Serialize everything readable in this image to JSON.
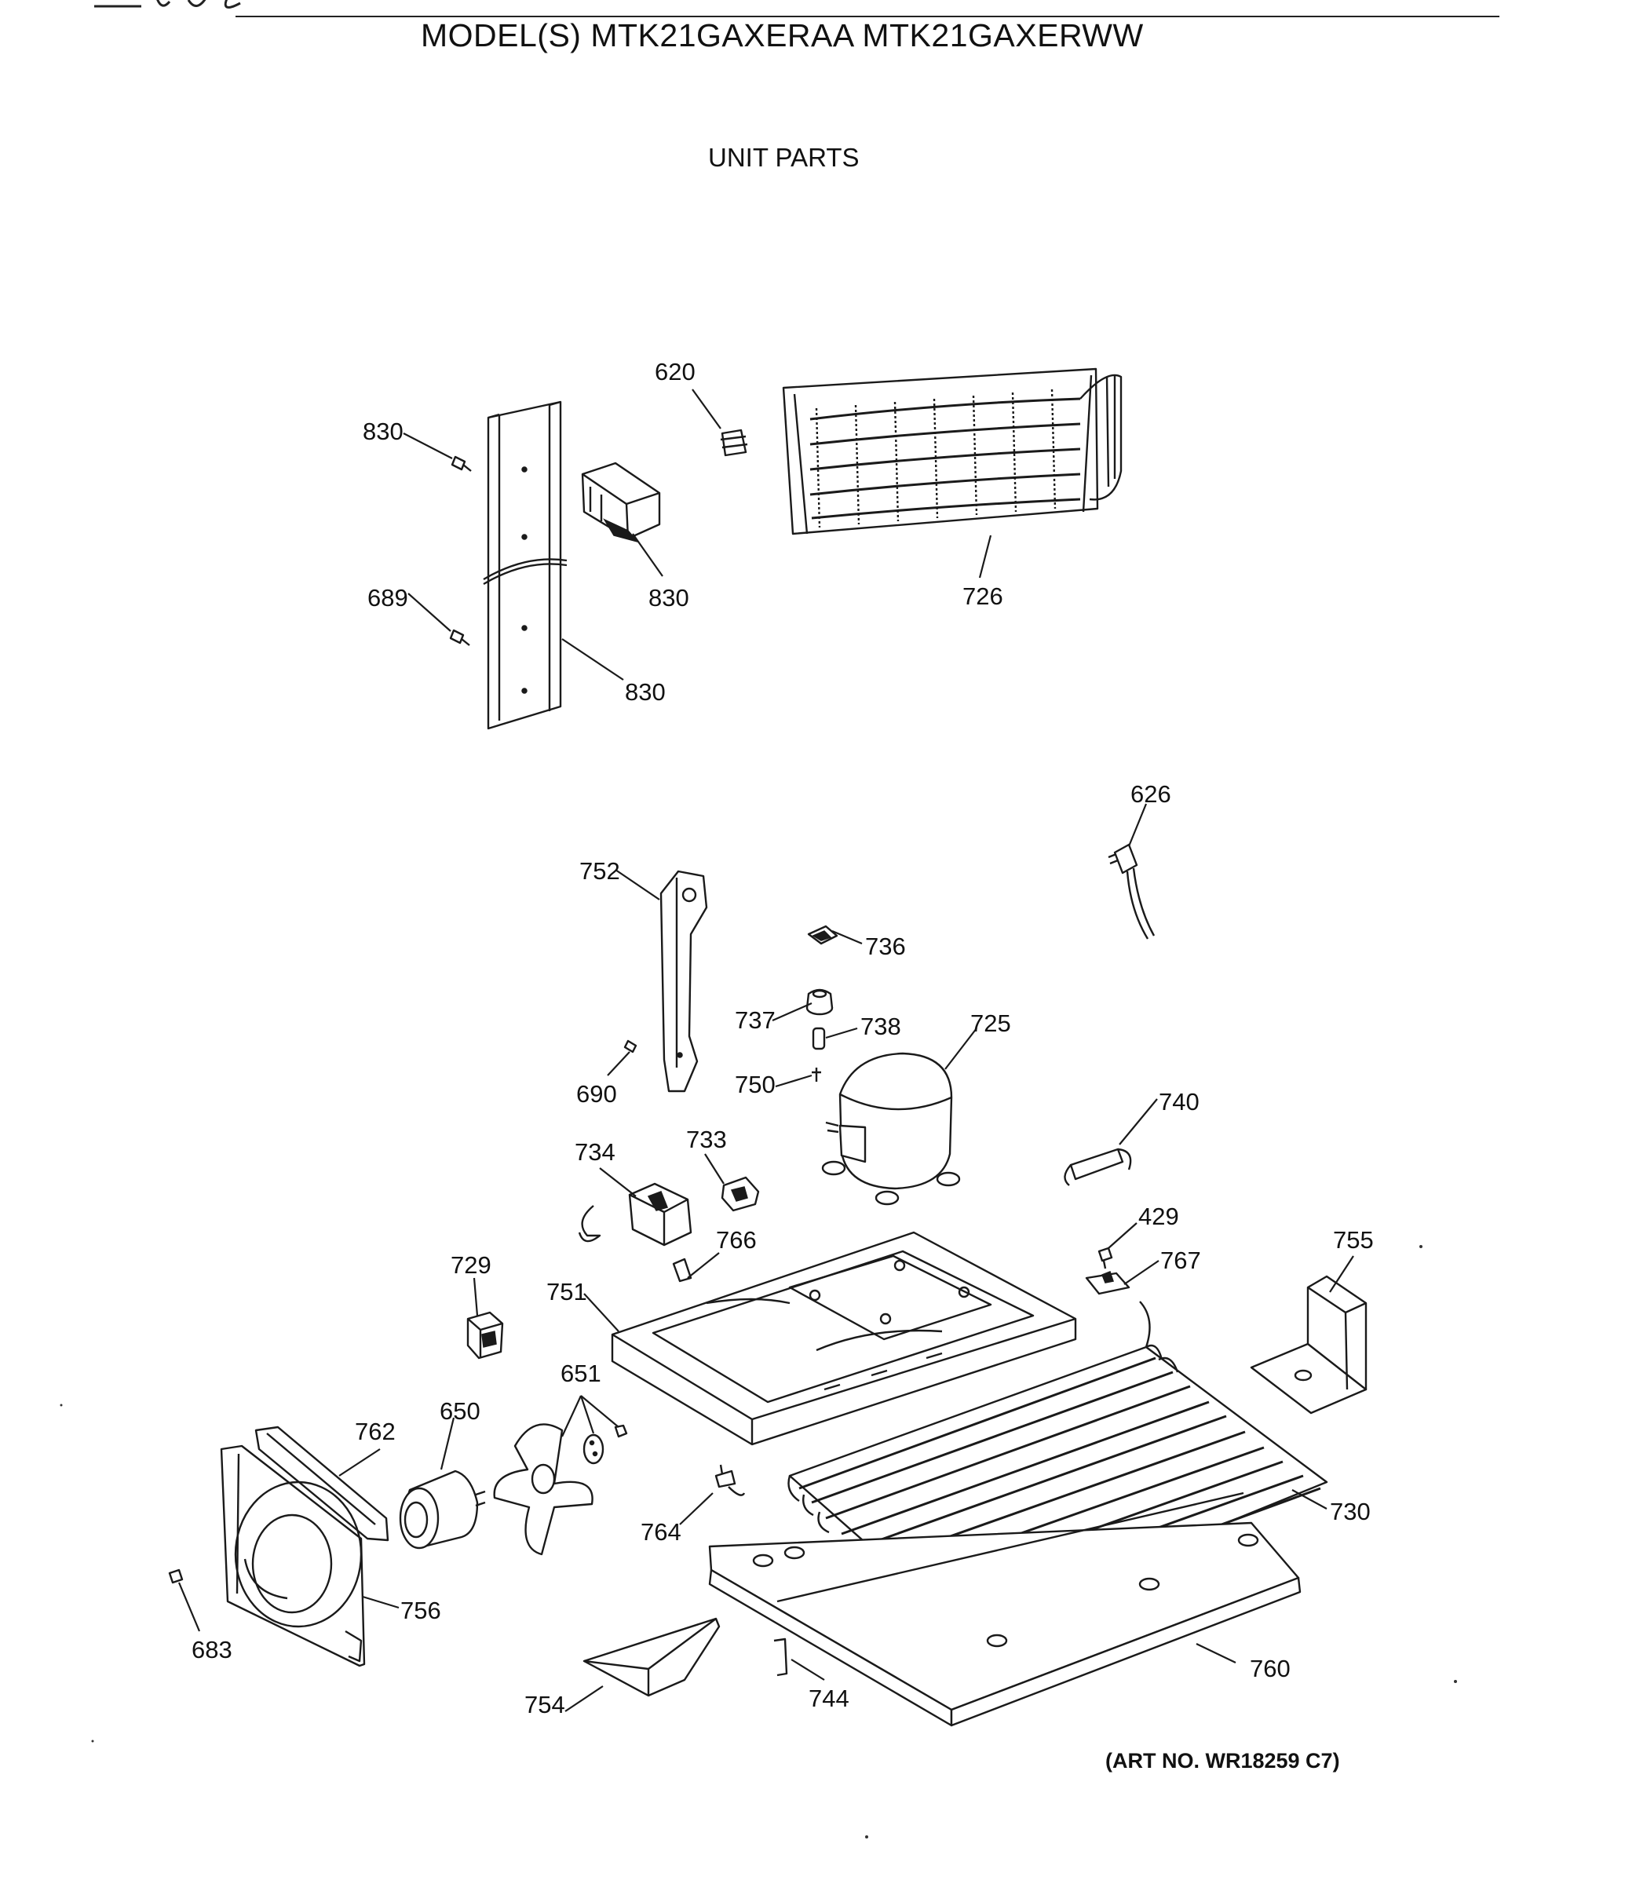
{
  "header": {
    "title": "MODEL(S) MTK21GAXERAA  MTK21GAXERWW",
    "subtitle": "UNIT PARTS"
  },
  "footer": {
    "art_number": "(ART NO. WR18259 C7)"
  },
  "callouts": {
    "c620": "620",
    "c830a": "830",
    "c830b": "830",
    "c830c": "830",
    "c726": "726",
    "c689": "689",
    "c626": "626",
    "c752": "752",
    "c736": "736",
    "c737": "737",
    "c738": "738",
    "c725": "725",
    "c750": "750",
    "c690": "690",
    "c740": "740",
    "c734": "734",
    "c733": "733",
    "c429": "429",
    "c755": "755",
    "c766": "766",
    "c767": "767",
    "c729": "729",
    "c751": "751",
    "c651": "651",
    "c762": "762",
    "c650": "650",
    "c730": "730",
    "c764": "764",
    "c756": "756",
    "c683": "683",
    "c760": "760",
    "c754": "754",
    "c744": "744"
  }
}
